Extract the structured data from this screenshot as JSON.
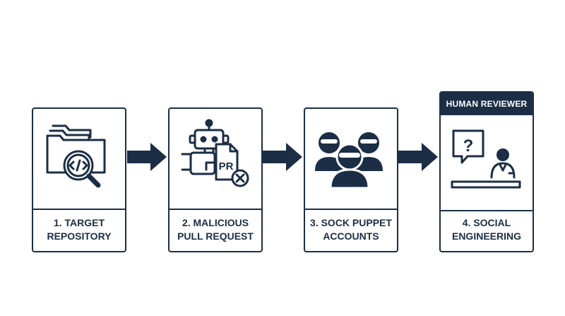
{
  "steps": [
    {
      "line1": "1. TARGET",
      "line2": "REPOSITORY",
      "icon": "folder-code-search-icon"
    },
    {
      "line1": "2. MALICIOUS",
      "line2": "PULL REQUEST",
      "icon": "robot-pr-rejected-icon",
      "badge": "PR"
    },
    {
      "line1": "3. SOCK PUPPET",
      "line2": "ACCOUNTS",
      "icon": "masked-people-icon"
    },
    {
      "line1": "4. SOCIAL",
      "line2": "ENGINEERING",
      "icon": "reviewer-question-icon",
      "header": "HUMAN REVIEWER",
      "question": "?"
    }
  ],
  "colors": {
    "primary": "#1b2e45",
    "background": "#ffffff"
  }
}
